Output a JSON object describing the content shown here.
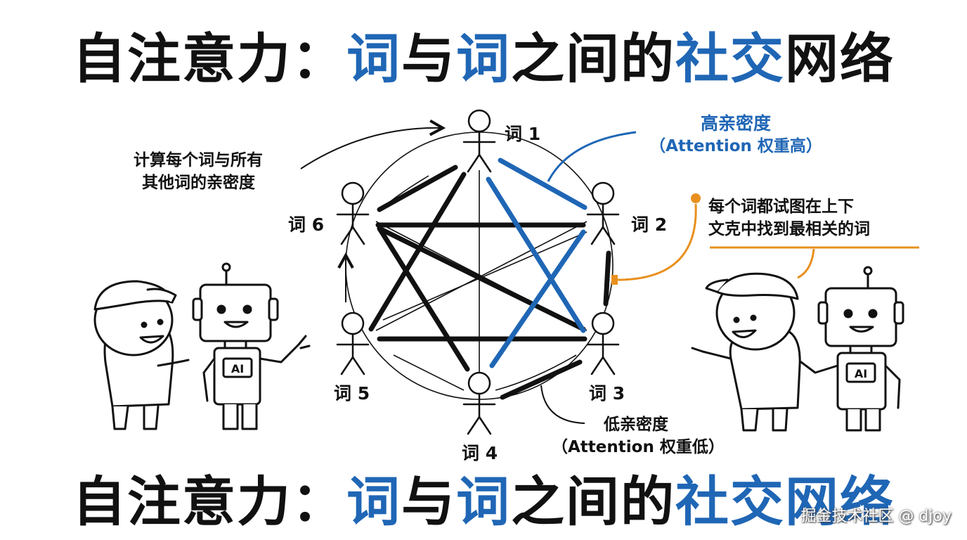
{
  "title": {
    "segments": [
      {
        "text": "自注意力：",
        "blue": false
      },
      {
        "text": "词",
        "blue": true
      },
      {
        "text": "与",
        "blue": false
      },
      {
        "text": "词",
        "blue": true
      },
      {
        "text": "之间的",
        "blue": false
      },
      {
        "text": "社交",
        "blue": true
      },
      {
        "text": "网络",
        "blue": false
      }
    ]
  },
  "title_bottom": {
    "segments": [
      {
        "text": "自注意力：",
        "blue": false
      },
      {
        "text": "词",
        "blue": true
      },
      {
        "text": "与",
        "blue": false
      },
      {
        "text": "词",
        "blue": true
      },
      {
        "text": "之间的",
        "blue": false
      },
      {
        "text": "社交网络",
        "blue": true
      }
    ]
  },
  "words": [
    "词 1",
    "词 2",
    "词 3",
    "词 4",
    "词 5",
    "词 6"
  ],
  "notes": {
    "left": [
      "计算每个词与所有",
      "其他词的亲密度"
    ],
    "high_affinity": [
      "高亲密度",
      "（Attention 权重高）"
    ],
    "context": [
      "每个词都试图在上下",
      "文克中找到最相关的词"
    ],
    "low_affinity": [
      "低亲密度",
      "（Attention 权重低）"
    ]
  },
  "badges": {
    "robot_left": "AI",
    "robot_right": "AI"
  },
  "watermark": "掘金技术社区 @ djoy",
  "colors": {
    "blue": "#1f66b5",
    "orange": "#e8901f",
    "black": "#111111"
  }
}
